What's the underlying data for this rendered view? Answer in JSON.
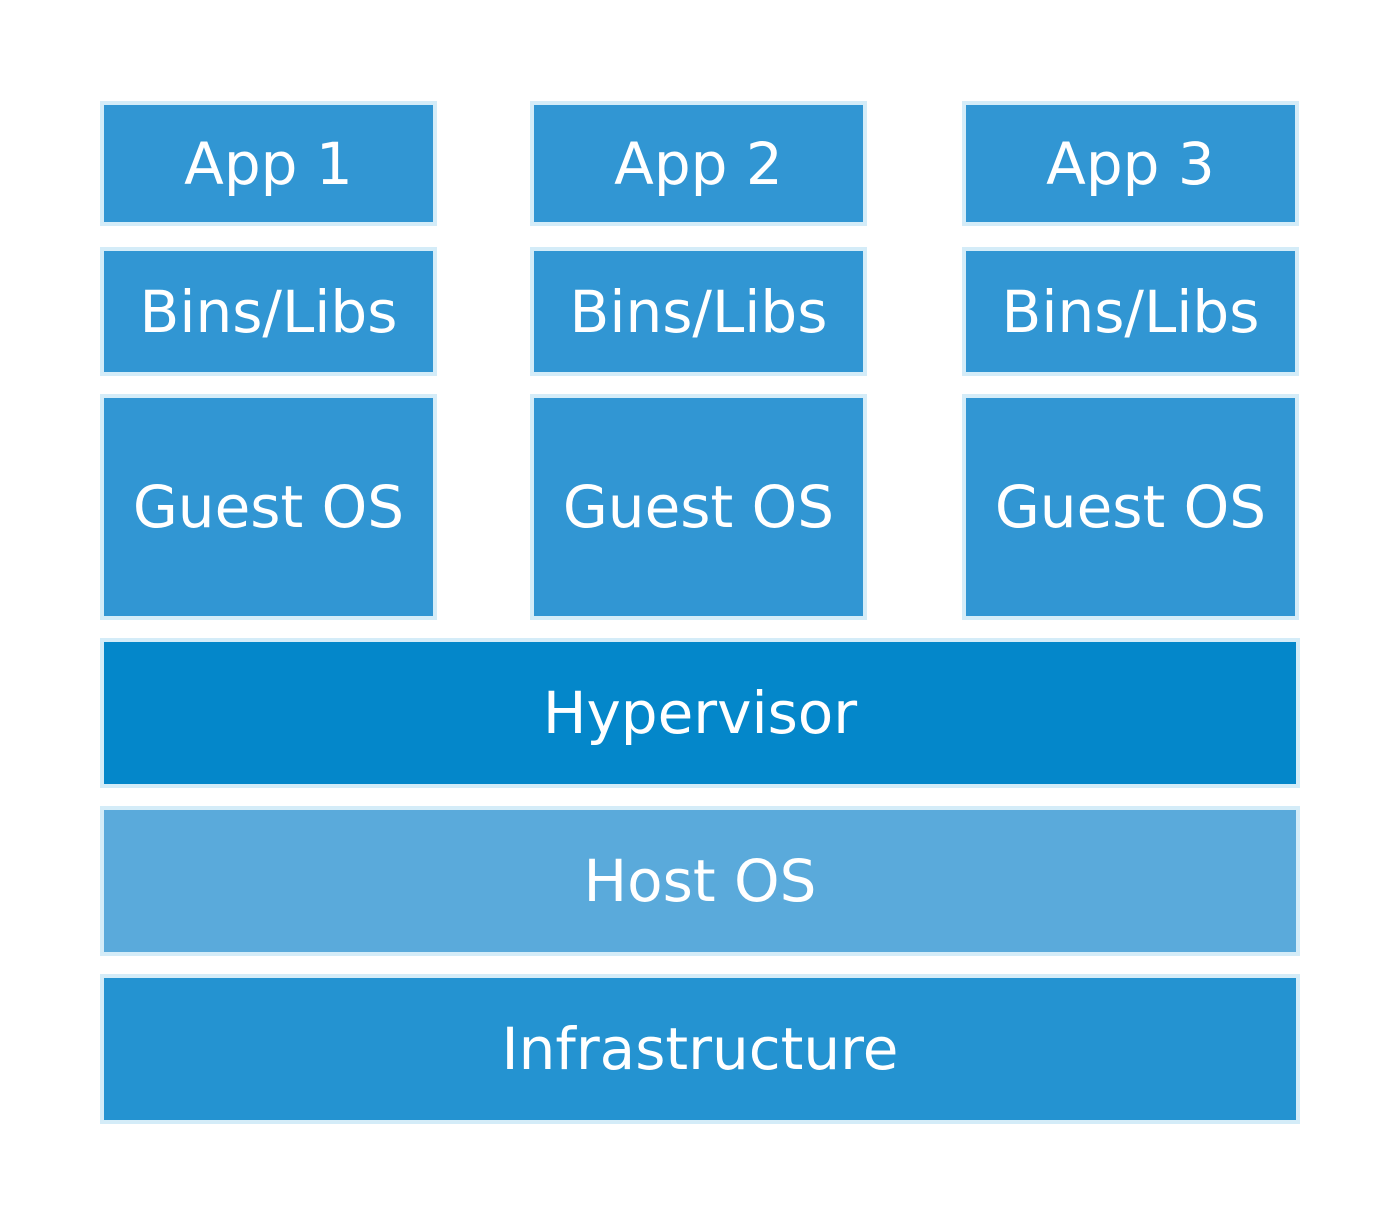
{
  "columns": [
    {
      "app": "App 1",
      "bins": "Bins/Libs",
      "guest": "Guest OS"
    },
    {
      "app": "App 2",
      "bins": "Bins/Libs",
      "guest": "Guest OS"
    },
    {
      "app": "App 3",
      "bins": "Bins/Libs",
      "guest": "Guest OS"
    }
  ],
  "layers": {
    "hypervisor": "Hypervisor",
    "host_os": "Host OS",
    "infrastructure": "Infrastructure"
  },
  "colors": {
    "vm_blocks": "#3196d3",
    "hypervisor": "#0487ca",
    "host_os": "#5aaadb",
    "infrastructure": "#2493d1",
    "border": "#d4ecf8",
    "text": "#ffffff"
  }
}
